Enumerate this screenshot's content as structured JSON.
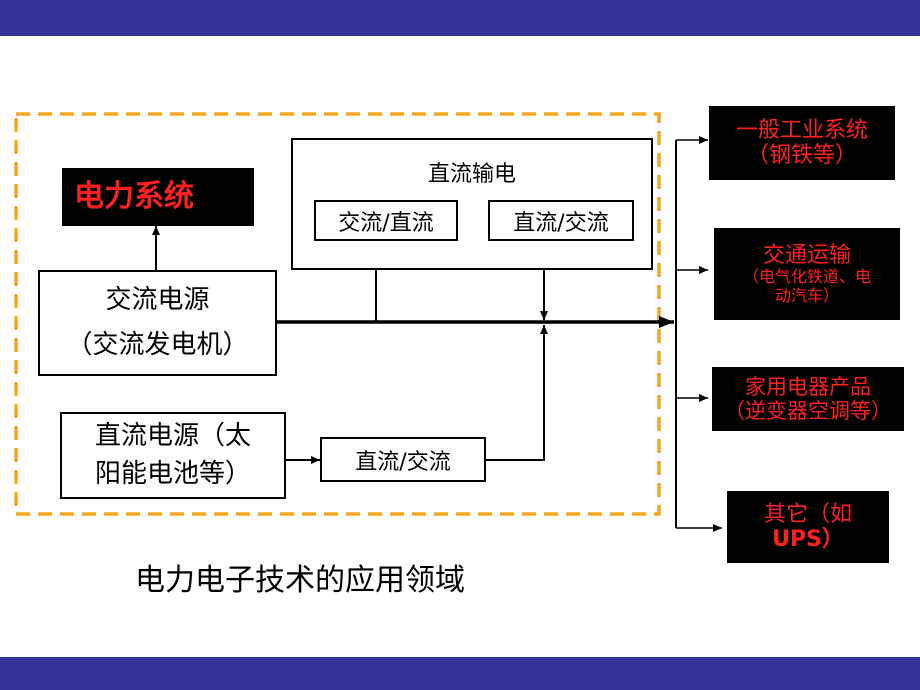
{
  "colors": {
    "band": "#333399",
    "dashed_border": "#f5a623",
    "dark_box": "#000000",
    "dark_text": "#ff2020"
  },
  "diagram": {
    "caption": "电力电子技术的应用领域",
    "power_system": "电力系统",
    "ac_source": {
      "line1": "交流电源",
      "line2": "（交流发电机）"
    },
    "dc_source": {
      "line1": "直流电源（太",
      "line2": "阳能电池等）"
    },
    "dc_to_ac": "直流/交流",
    "hvdc": {
      "title": "直流输电",
      "rectifier": "交流/直流",
      "inverter": "直流/交流"
    },
    "applications": [
      {
        "line1": "一般工业系统",
        "line2": "（钢铁等）"
      },
      {
        "line1": "交通运输",
        "line2": "（电气化铁道、电",
        "line3": "动汽车）"
      },
      {
        "line1": "家用电器产品",
        "line2": "（逆变器空调等）"
      },
      {
        "line1": "其它（如",
        "line2": "UPS）"
      }
    ]
  }
}
